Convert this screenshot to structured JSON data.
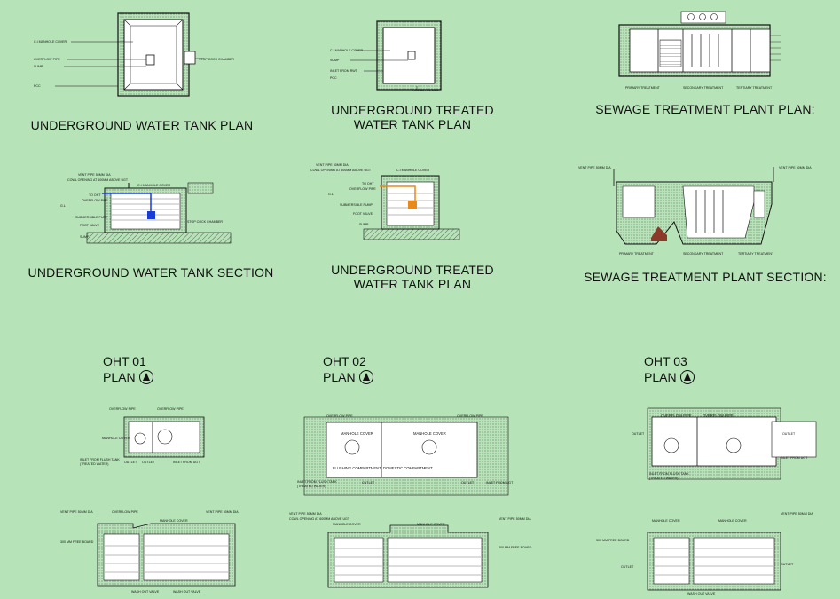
{
  "titles": {
    "ug_tank_plan": "UNDERGROUND WATER TANK PLAN",
    "ug_treated_plan_1": "UNDERGROUND TREATED",
    "ug_treated_plan_2": "WATER TANK PLAN",
    "stp_plan": "SEWAGE TREATMENT PLANT PLAN:",
    "ug_tank_section": "UNDERGROUND WATER TANK SECTION",
    "ug_treated_section_1": "UNDERGROUND TREATED",
    "ug_treated_section_2": "WATER TANK PLAN",
    "stp_section": "SEWAGE TREATMENT PLANT SECTION:"
  },
  "oht": [
    {
      "name": "OHT 01",
      "sub": "PLAN"
    },
    {
      "name": "OHT 02",
      "sub": "PLAN"
    },
    {
      "name": "OHT 03",
      "sub": "PLAN"
    }
  ],
  "labels": {
    "ci_manhole_cover": "C.I MANHOLE COVER",
    "overflow_pipe": "OVERFLOW PIPE",
    "sump": "SUMP",
    "pcc": "PCC",
    "stop_cock_chamber": "STOP COCK CHAMBER",
    "inlet_from_rwt": "INLET FROM RWT",
    "vent_pipe": "VENT PIPE 50MM DIA",
    "cowl_opening": "COWL OPENING AT 600MM ABOVE UGT",
    "to_oht": "TO OHT",
    "gl": "G.L",
    "submersible_pump": "SUBMERSIBLE PUMP",
    "foot_valve": "FOOT VALVE",
    "primary_treatment": "PRIMARY TREATMENT",
    "secondary_treatment": "SECONDARY TREATMENT",
    "tertiary_treatment": "TERTIARY TREATMENT",
    "manhole_cover": "MANHOLE COVER",
    "outlet": "OUTLET",
    "inlet_from_ugt": "INLET FROM UGT",
    "inlet_from_flush_tank": "INLET FROM FLUSH TANK",
    "treated_water": "(TREATED WATER)",
    "flushing_compartment": "FLUSHING COMPARTMENT",
    "domestic_compartment": "DOMESTIC COMPARTMENT",
    "free_board": "300 MM FREE BOARD",
    "wash_out_valve": "WASH OUT VALVE"
  },
  "colors": {
    "background": "#b7e3b8",
    "line": "#111111",
    "pipe_blue": "#1a3cd6",
    "pipe_orange": "#e8891c",
    "sludge": "#8b3a2a"
  }
}
